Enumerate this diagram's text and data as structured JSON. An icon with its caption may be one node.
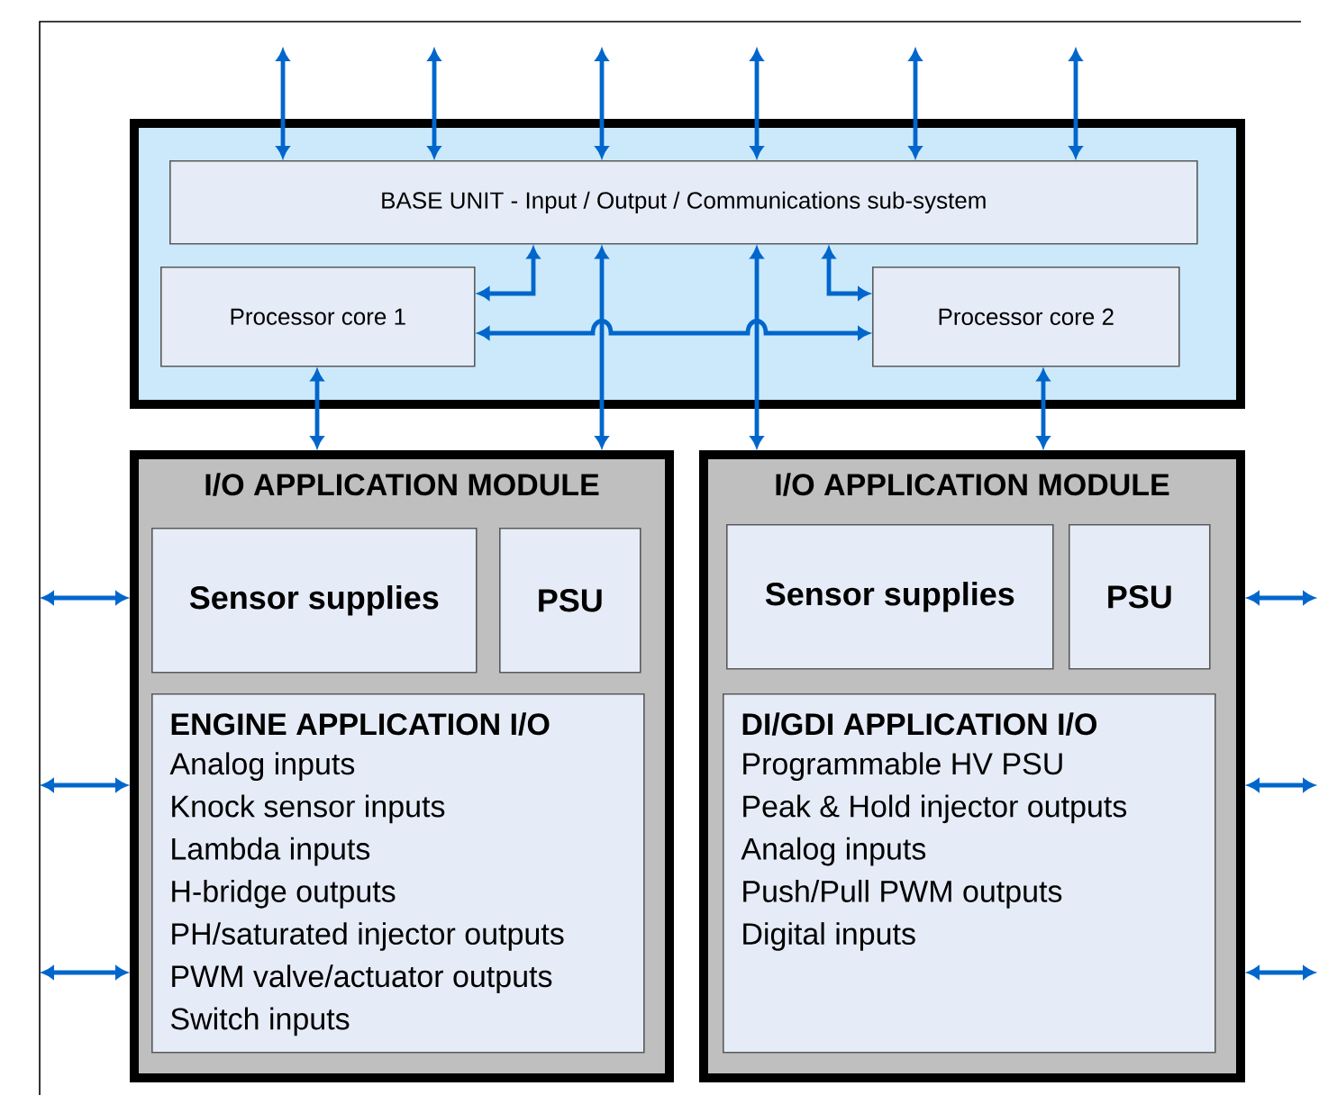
{
  "diagram": {
    "nodes": [
      {
        "text": [],
        "shape": "box"
      },
      {
        "text": [
          "BASE UNIT - Input / Output / Communications sub-system"
        ],
        "in": 0
      },
      {
        "text": [
          "Processor core 1"
        ],
        "in": 0
      },
      {
        "text": [
          "Processor core 2"
        ],
        "in": 0
      },
      {
        "text": [
          "I/O APPLICATION MODULE"
        ]
      },
      {
        "text": [
          "Sensor supplies"
        ],
        "in": 4
      },
      {
        "text": [
          "PSU"
        ],
        "in": 4
      },
      {
        "text": [
          "ENGINE APPLICATION I/O",
          "Analog inputs",
          "Knock sensor inputs",
          "Lambda inputs",
          "H-bridge outputs",
          "PH/saturated injector outputs",
          "PWM valve/actuator outputs",
          "Switch inputs"
        ],
        "in": 4
      },
      {
        "text": [
          "I/O APPLICATION MODULE"
        ]
      },
      {
        "text": [
          "Sensor supplies"
        ],
        "in": 8
      },
      {
        "text": [
          "PSU"
        ],
        "in": 8
      },
      {
        "text": [
          "DI/GDI APPLICATION I/O",
          "Programmable HV PSU",
          "Peak & Hold injector outputs",
          "Analog inputs",
          "Push/Pull PWM outputs",
          "Digital inputs"
        ],
        "in": 8
      }
    ],
    "edges": [
      {
        "from": null,
        "to": 1,
        "arrow": "both"
      },
      {
        "from": null,
        "to": 1,
        "arrow": "both"
      },
      {
        "from": null,
        "to": 1,
        "arrow": "both"
      },
      {
        "from": null,
        "to": 1,
        "arrow": "both"
      },
      {
        "from": null,
        "to": 1,
        "arrow": "both"
      },
      {
        "from": null,
        "to": 1,
        "arrow": "both"
      },
      {
        "from": 1,
        "to": 2,
        "arrow": "both"
      },
      {
        "from": 1,
        "to": 3,
        "arrow": "both"
      },
      {
        "from": 2,
        "to": 3,
        "arrow": "both"
      },
      {
        "from": 1,
        "to": 4,
        "arrow": "both"
      },
      {
        "from": 1,
        "to": 8,
        "arrow": "both"
      },
      {
        "from": 2,
        "to": 4,
        "arrow": "both"
      },
      {
        "from": 3,
        "to": 8,
        "arrow": "both"
      },
      {
        "from": null,
        "to": 4,
        "arrow": "both"
      },
      {
        "from": null,
        "to": 4,
        "arrow": "both"
      },
      {
        "from": null,
        "to": 4,
        "arrow": "both"
      },
      {
        "from": null,
        "to": 8,
        "arrow": "both"
      },
      {
        "from": null,
        "to": 8,
        "arrow": "both"
      },
      {
        "from": null,
        "to": 8,
        "arrow": "both"
      }
    ]
  }
}
